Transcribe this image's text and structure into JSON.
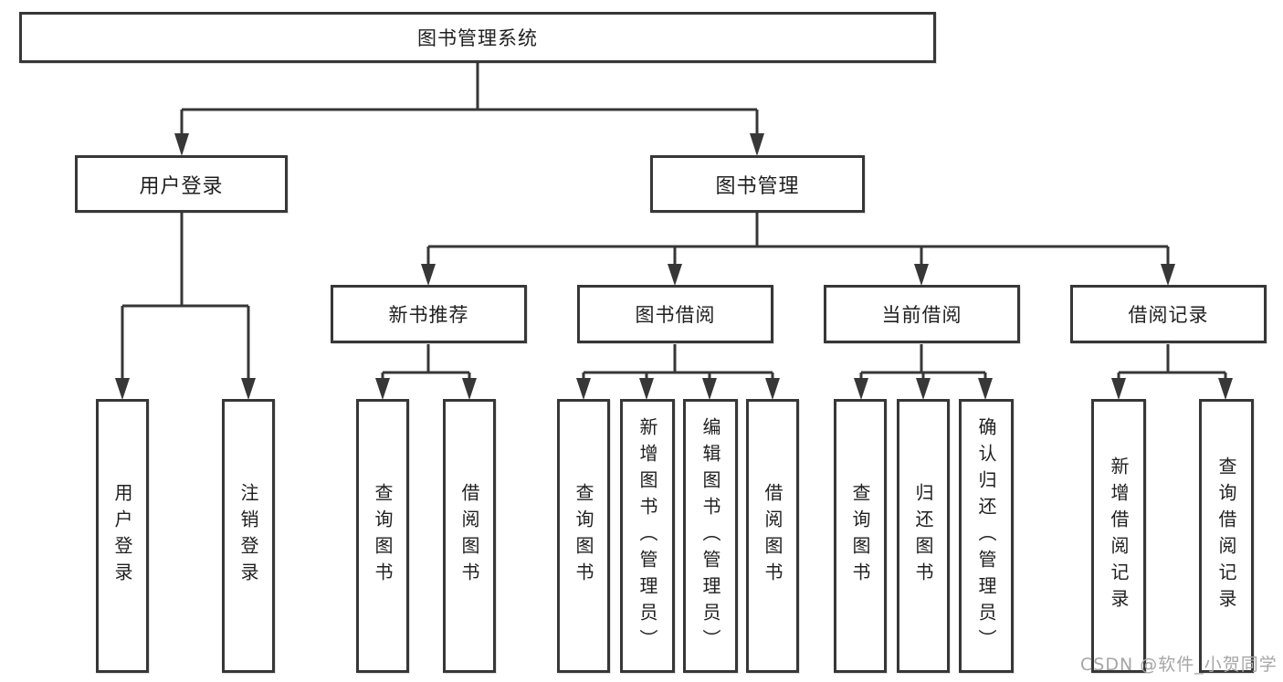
{
  "tree": {
    "root": {
      "label": "图书管理系统"
    },
    "login": {
      "label": "用户登录",
      "leaves": [
        {
          "label": "用户登录"
        },
        {
          "label": "注销登录"
        }
      ]
    },
    "mgmt": {
      "label": "图书管理",
      "sections": [
        {
          "label": "新书推荐",
          "leaves": [
            {
              "label": "查询图书"
            },
            {
              "label": "借阅图书"
            }
          ]
        },
        {
          "label": "图书借阅",
          "leaves": [
            {
              "label": "查询图书"
            },
            {
              "label": "新增图书（管理员）"
            },
            {
              "label": "编辑图书（管理员）"
            },
            {
              "label": "借阅图书"
            }
          ]
        },
        {
          "label": "当前借阅",
          "leaves": [
            {
              "label": "查询图书"
            },
            {
              "label": "归还图书"
            },
            {
              "label": "确认归还（管理员）"
            }
          ]
        },
        {
          "label": "借阅记录",
          "leaves": [
            {
              "label": "新增借阅记录"
            },
            {
              "label": "查询借阅记录"
            }
          ]
        }
      ]
    }
  },
  "watermark": {
    "text": "CSDN @软件_小贺同学"
  },
  "colors": {
    "line": "#373737",
    "text": "#1f1f1f",
    "background": "#ffffff",
    "watermark": "#a6a6a6"
  }
}
